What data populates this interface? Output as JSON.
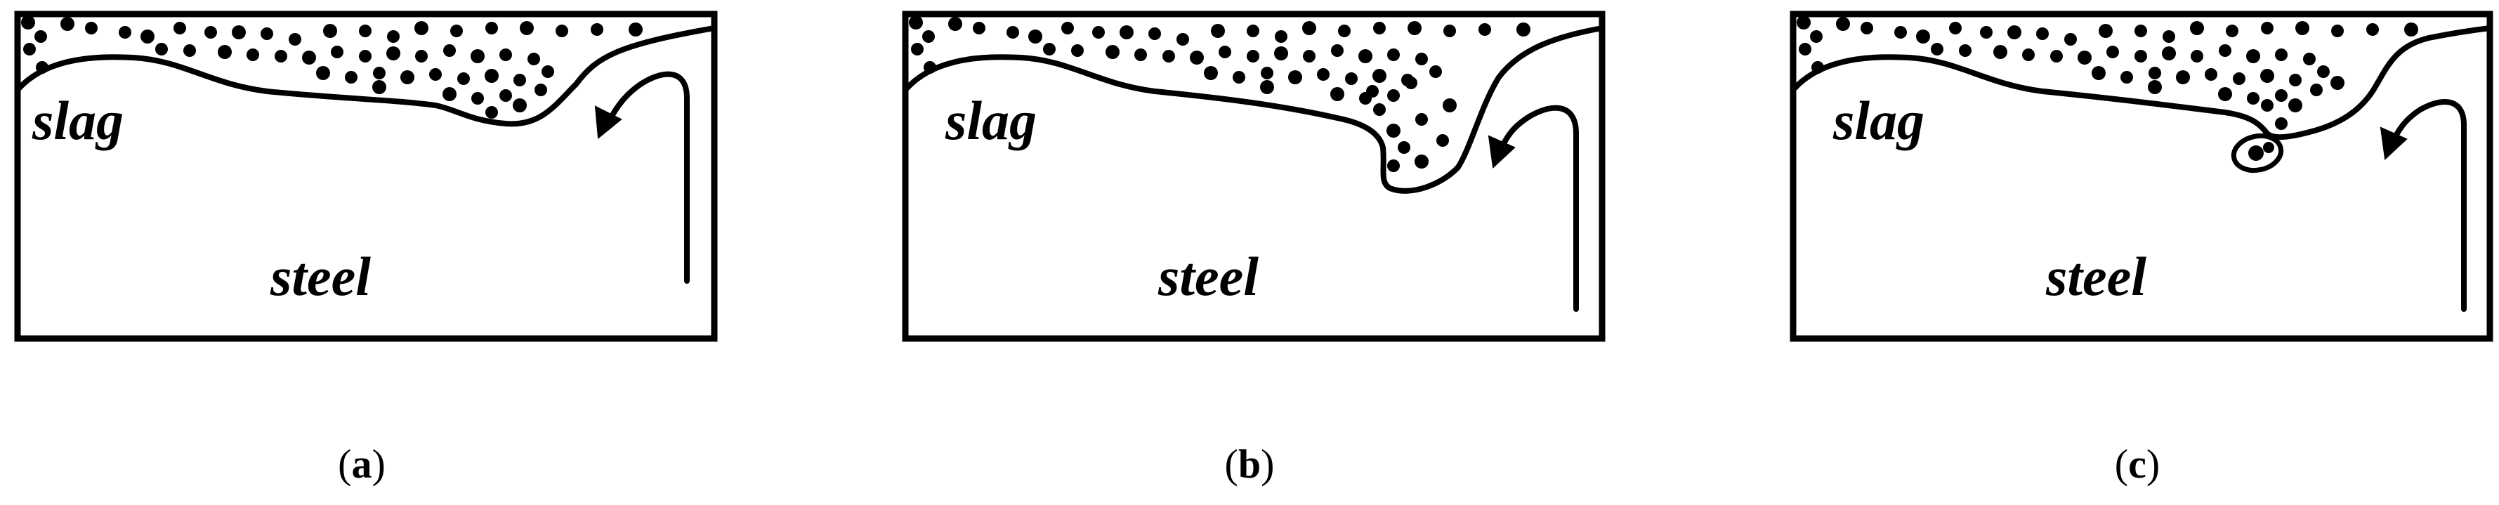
{
  "figure": {
    "panels": [
      {
        "id": "a",
        "label_open": "(",
        "label_letter": "a",
        "label_close": ")",
        "slag_label": "slag",
        "steel_label": "steel",
        "stage": "interface-depression"
      },
      {
        "id": "b",
        "label_open": "(",
        "label_letter": "b",
        "label_close": ")",
        "slag_label": "slag",
        "steel_label": "steel",
        "stage": "slag-finger-protrusion"
      },
      {
        "id": "c",
        "label_open": "(",
        "label_letter": "c",
        "label_close": ")",
        "slag_label": "slag",
        "steel_label": "steel",
        "stage": "droplet-detachment"
      }
    ],
    "colors": {
      "ink": "#000000",
      "background": "#ffffff"
    }
  }
}
